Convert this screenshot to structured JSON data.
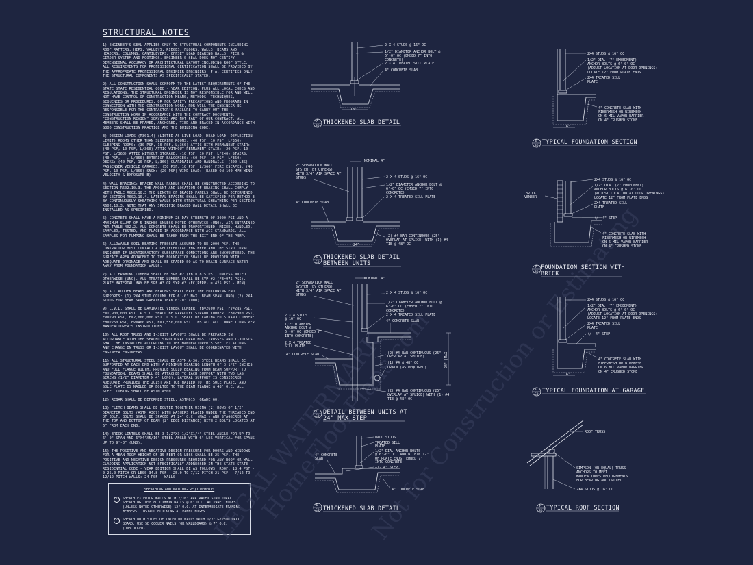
{
  "notes": {
    "title": "STRUCTURAL NOTES",
    "paragraphs": [
      "1) ENGINEER'S SEAL APPLIES ONLY TO STRUCTURAL COMPONENTS INCLUDING ROOF RAFTERS, HIPS, VALLEYS, RIDGES, FLOORS, WALLS, BEAMS AND HEADERS, COLUMNS, CANTILEVERS, OFFSET LOAD BEARING WALLS, PIER & GIRDER SYSTEM AND FOOTINGS. ENGINEER'S SEAL DOES NOT CERTIFY DIMENSIONAL ACCURACY OR ARCHITECTURAL LAYOUT INCLUDING ROOF STYLE. ALL REQUIREMENTS FOR PROFESSIONAL CERTIFICATION SHALL BE PROVIDED BY THE APPROPRIATE PROFESSIONAL ENGINEER ENGINEERS, P.A. CERTIFIES ONLY THE STRUCTURAL COMPONENTS AS SPECIFICALLY STATED.",
      "2) ALL CONSTRUCTION SHALL CONFORM TO THE LATEST REQUIREMENTS OF THE STATE STATE RESIDENTIAL CODE - YEAR EDITION, PLUS ALL LOCAL CODES AND REGULATIONS. THE STRUCTURAL ENGINEER IS NOT RESPONSIBLE FOR AND WILL NOT HAVE CONTROL OF CONSTRUCTION MEANS, METHODS, TECHNIQUES, SEQUENCES OR PROCEDURES, OR FOR SAFETY PRECAUTIONS AND PROGRAMS IN CONNECTION WITH THE CONSTRUCTION WORK, NOR WILL THE ENGINEER BE RESPONSIBLE FOR THE CONTRACTOR'S FAILURE TO CARRY OUT THE CONSTRUCTION WORK IN ACCORDANCE WITH THE CONTRACT DOCUMENTS. \"CONSTRUCTION REVIEW\" SERVICES ARE NOT PART OF OUR CONTRACT. ALL MEMBERS SHALL BE FRAMED, ANCHORED, TIED AND BRACED IN ACCORDANCE WITH GOOD CONSTRUCTION PRACTICE AND THE BUILDING CODE.",
      "3) DESIGN LOADS (R301.4) (LISTED AS LIVE LOAD, DEAD LOAD, DEFLECTION LIMIT) ROOMS OTHER THAN SLEEPING ROOMS: (40 PSF, 10 PSF, L/360) SLEEPING ROOMS: (30 PSF, 10 PSF, L/360) ATTIC WITH PERMANENT STAIR: (40 PSF, 10 PSF, L/360) ATTIC WITHOUT PERMANENT STAIR: (20 PSF, 10 PSF, L/360) ATTIC WITHOUT STORAGE: (10 PSF, 10 PSF, L/240) STAIRS: (40 PSF, --, L/360) EXTERIOR BALCONIES: (60 PSF, 10 PSF, L/360) DECKS: (40 PSF, 10 PSF, L/360) GUARDRAILS AND HANDRAILS: (200 LBS) PASSENGER VEHICLE GARAGES: (50 PSF, 10 PSF, L/360) FIRE ESCAPES: (40 PSF, 10 PSF, L/360) SNOW: (20 PSF) WIND LOAD: (BASED ON 100 MPH WIND VELOCITY & EXPOSURE B)",
      "4) WALL BRACING: BRACED WALL PANELS SHALL BE CONSTRUCTED ACCORDING TO SECTION R602.10.3. THE AMOUNT AND LOCATION OF BRACING SHALL COMPLY WITH TABLE R602.10.3 THE LENGTH OF BRACED PANELS SHALL BE DETERMINED BY SECTION R602.10.4. LATERAL BRACING SHALL BE SATISFIED PER METHOD 3 BY CONTINUOUSLY SHEATHING WALLS WITH STRUCTURAL SHEATHING PER SECTION R602.10.3. NOTE THAT ANY SPECIFIC BRACED WALL DETAIL SHALL BE INSTALLED AS SPECIFIED.",
      "5) CONCRETE SHALL HAVE A MINIMUM 28 DAY STRENGTH OF 3000 PSI AND A MAXIMUM SLUMP OF 5 INCHES UNLESS NOTED OTHERWISE (UNO). AIR ENTRAINED PER TABLE 402.2. ALL CONCRETE SHALL BE PROPORTIONED, MIXED, HANDLED, SAMPLED, TESTED, AND PLACED IN ACCORDANCE WITH ACI STANDARDS. ALL SAMPLES FOR PUMPING SHALL BE TAKEN FROM THE EXIT END OF THE PUMP.",
      "6) ALLOWABLE SOIL BEARING PRESSURE ASSUMED TO BE 2000 PSF. THE CONTRACTOR MUST CONTACT A GEOTECHNICAL ENGINEER AND THE STRUCTURAL ENGINEER IF UNSATISFACTORY SUBSURFACE CONDITIONS ARE ENCOUNTERED. THE SURFACE AREA ADJACENT TO THE FOUNDATION SHALL BE PROVIDED WITH ADEQUATE DRAINAGE AND SHALL BE GRADED SO AS TO DRAIN SURFACE WATER AWAY FROM FOUNDATION WALLS.",
      "7) ALL FRAMING LUMBER SHALL BE SPF #2 (Fb = 875 PSI) UNLESS NOTED OTHERWISE (UNO). ALL TREATED LUMBER SHALL BE SYP #2 (Fb=975 PSI). PLATE MATERIAL MAY BE SPF #3 OR SYP #3 (Fc(perp) = 425 PSI - MIN).",
      "8) ALL WOODEN BEAMS AND HEADERS SHALL HAVE THE FOLLOWING END SUPPORTS: (1) 2x4 STUD COLUMN FOR 6'-0\" MAX. BEAM SPAN (UNO) (2) 2x4 STUDS FOR BEAM SPAN GREATER THAN 6'-0\" (UNO).",
      "9) L.V.L. SHALL BE LAMINATED VENEER LUMBER: Fb=2600 PSI, Fv=285 PSI, E=1,900,000 PSI. P.S.L. SHALL BE PARALLEL STRAND LUMBER: Fb=2900 PSI, Fv=290 PSI, E=2,000,000 PSI. L.S.L. SHALL BE LAMINATED STRAND LUMBER: Fb=2250 PSI, Fv=400 PSI, E=1,550,000 PSI. INSTALL ALL CONNECTIONS PER MANUFACTURER'S INSTRUCTIONS.",
      "10) ALL ROOF TRUSS AND I-JOIST LAYOUTS SHALL BE PREPARED IN ACCORDANCE WITH THE SEALED STRUCTURAL DRAWINGS. TRUSSES AND I-JOISTS SHALL BE INSTALLED ACCORDING TO THE MANUFACTURER'S SPECIFICATIONS. ANY CHANGE IN TRUSS OR I-JOIST LAYOUT SHALL BE COORDINATED WITH ENGINEER ENGINEERS.",
      "11) ALL STRUCTURAL STEEL SHALL BE ASTM A-36. STEEL BEAMS SHALL BE SUPPORTED AT EACH END WITH A MINIMUM BEARING LENGTH OF 3 1/2\" INCHES AND FULL FLANGE WIDTH. PROVIDE SOLID BEARING FROM BEAM SUPPORT TO FOUNDATION. BEAMS SHALL BE ATTACHED TO EACH SUPPORT WITH TWO LAG SCREWS (1/2\" DIAMETER x 4\" LONG). LATERAL SUPPORT IS CONSIDERED ADEQUATE PROVIDED THE JOIST ARE TOE NAILED TO THE SOLE PLATE, AND SOLE PLATE IS NAILED OR BOLTED TO THE BEAM FLANGE @ 48\" O.C. ALL STEEL TUBING SHALL BE ASTM A500.",
      "12) REBAR SHALL BE DEFORMED STEEL, ASTM615, GRADE 60.",
      "13) FLITCH BEAMS SHALL BE BOLTED TOGETHER USING (2) ROWS OF 1/2\" DIAMETER BOLTS (ASTM A307) WITH WASHERS PLACED UNDER THE THREADED END OF BOLT. BOLTS SHALL BE SPACED AT 24\" O.C. (MAX.) AND STAGGERED AT THE TOP AND BOTTOM OF BEAM (2\" EDGE DISTANCE) WITH 2 BOLTS LOCATED AT 6\" FROM EACH END.",
      "14) BRICK LINTELS SHALL BE 3 1/2\"x3 1/2\"x1/4\" STEEL ANGLE FOR UP TO 6'-0\" SPAN AND 6\"x4\"x5/16\" STEEL ANGLE WITH 6\" LEG VERTICAL FOR SPANS UP TO 9'-0\" (UNO).",
      "15) THE POSITIVE AND NEGATIVE DESIGN PRESSURE FOR DOORS AND WINDOWS FOR A MEAN ROOF HEIGHT OF 35 FEET OR LESS SHALL BE 25 PSF. THE POSITIVE AND NEGATIVE DESIGN PRESSURES REQUIRED FOR ANY ROOF OR WALL CLADDING APPLICATION NOT SPECIFICALLY ADDRESSED IN THE STATE STATE RESIDENTIAL CODE - YEAR EDITION SHALL BE AS FOLLOWS: ROOF: 18.4 PSF - 0-25.0 PITCH OR LESS 34.8 PSF - 25.0 TO 7/12 PITCH 21 PSF - 7/12 TO 12/12 PITCH WALLS: 24 PSF - WALLS"
    ]
  },
  "sheathing": {
    "title": "SHEATHING AND NAILING REQUIREMENTS",
    "items": [
      {
        "num": "1",
        "text": "SHEATH EXTERIOR WALLS WITH 7/16\" APA RATED STRUCTURAL SHEATHING. USE 8d COMMON NAILS @ 6\" O.C. AT PANEL EDGES (UNLESS NOTED OTHERWISE) 12\" O.C. AT INTERMEDIATE FRAMING MEMBERS. INSTALL BLOCKING AT PANEL EDGES."
      },
      {
        "num": "2",
        "text": "SHEATH BOTH SIDES OF INTERIOR WALLS WITH 1/2\" GYPSUM WALL BOARD. USE 5d COOLER NAILS (OR WALLBOARD) @ 7\" O.C. (UNBLOCKED)"
      }
    ]
  },
  "details": {
    "a": {
      "tag": "A",
      "sheet": "SD",
      "title": "THICKENED SLAB DETAIL",
      "labels": [
        "2 X 4 STUDS @ 16\" OC",
        "1/2\" DIAMETER ANCHOR BOLT @",
        "6'-0\" OC (EMBED 7\" INTO",
        "CONCRETE)",
        "2 X 4 TREATED SILL PLATE",
        "4\" CONCRETE SLAB",
        "18\""
      ]
    },
    "b": {
      "tag": "B",
      "sheet": "SD",
      "title": "THICKENED SLAB DETAIL",
      "title2": "BETWEEN UNITS",
      "labels": [
        "2\" SEPARATION WALL",
        "SYSTEM (BY OTHERS)",
        "WITH 3/4\" AIR SPACE AT",
        "STUDS",
        "NOMINAL 4\"",
        "2 X 4 STUDS @ 16\" OC",
        "1/2\" DIAMETER ANCHOR BOLT @",
        "6'-0\" OC (EMBED 7\" INTO",
        "CONCRETE)",
        "2 X 4 TREATED SILL PLATE",
        "4\" CONCRETE SLAB",
        "(2) #4 BAR CONTINUOUS (25\"",
        "OVERLAP AT SPLICE) WITH (1) #4",
        "TIE @ 48\" OC",
        "24\""
      ]
    },
    "c": {
      "tag": "C",
      "sheet": "SD",
      "title": "DETAIL BETWEEN UNITS AT",
      "title2": "24\" MAX STEP",
      "labels": [
        "2\" SEPARATION WALL",
        "SYSTEM (BY OTHERS)",
        "WITH 3/4\" AIR SPACE AT",
        "STUDS",
        "NOMINAL 4\"",
        "2 X 4 STUDS @ 16\" OC",
        "1/2\" DIAMETER ANCHOR BOLT @",
        "6'-0\" OC (EMBED 7\" INTO",
        "CONCRETE)",
        "2 X 4 TREATED SILL PLATE",
        "4\" CONCRETE SLAB",
        "2 X 4 STUDS",
        "@ 16\" OC",
        "1/2\" DIAMETER",
        "ANCHOR BOLT @",
        "6'-0\" OC (EMBED 7\"",
        "INTO CONCRETE)",
        "2 X 4 TREATED",
        "SILL PLATE",
        "4\" CONCRETE SLAB",
        "(2) #4 BAR CONTINUOUS (25\"",
        "OVERLAP AT SPLICE)",
        "(1) #4 @ 48\" OC",
        "DRAIN (AS REQUIRED)",
        "(2) #4 BAR CONTINUOUS (25\"",
        "OVERLAP AT SPLICE) WITH (1) #4",
        "TIE @ 48\" OC",
        "24\" (MAX)"
      ]
    },
    "d": {
      "tag": "D",
      "sheet": "SD",
      "title": "THICKENED SLAB DETAIL",
      "labels": [
        "WALL STUDS",
        "TREATED SILL",
        "PLATE",
        "1/2\" DIA. ANCHOR BOLTS",
        "@ 6'-0\" OC. AND WITHIN 12\"",
        "OF PLATE ENDS (EMBED 7\"",
        "INTO CONCRETE)",
        "4\" CONCRETE",
        "SLAB",
        "+/- 4\" STEP",
        "4\" CONCRETE SLAB"
      ]
    },
    "e": {
      "tag": "E",
      "sheet": "SD",
      "title": "TYPICAL FOUNDATION SECTION",
      "labels": [
        "2x4 STUDS @ 16\" OC",
        "1/2\" DIA. (7\" EMBEDMENT)",
        "ANCHOR BOLTS @ 6'-0\" OC",
        "(ADJUST LOCATION AT DOOR OPENINGS)",
        "LOCATE 12\" FROM PLATE ENDS",
        "2x4 TREATED SILL",
        "PLATE",
        "4\" CONCRETE SLAB WITH",
        "FIBERMESH OR WIREMESH",
        "ON 6 MIL VAPOR BARRIER",
        "ON 4\" CRUSHED STONE",
        "16\""
      ]
    },
    "f": {
      "tag": "F",
      "sheet": "SD",
      "title": "FOUNDATION SECTION WITH",
      "title2": "BRICK",
      "labels": [
        "BRICK",
        "VENEER",
        "2x4 STUDS @ 16\" OC",
        "1/2\" DIA. (7\" EMBEDMENT)",
        "ANCHOR BOLTS @ 6'-0\" OC",
        "(ADJUST LOCATION AT DOOR OPENINGS)",
        "LOCATE 12\" FROM PLATE ENDS",
        "2x4 TREATED SILL",
        "PLATE",
        "+/- 4\" STEP",
        "4\" CONCRETE SLAB WITH",
        "FIBERMESH OR WIREMESH",
        "ON 6 MIL VAPOR BARRIER",
        "ON 4\" CRUSHED STONE"
      ]
    },
    "g": {
      "tag": "G",
      "sheet": "SD",
      "title": "TYPICAL FOUNDATION AT GARAGE",
      "labels": [
        "2x4 STUDS @ 16\" OC",
        "1/2\" DIA. (7\" EMBEDMENT)",
        "ANCHOR BOLTS @ 6'-0\" OC",
        "(ADJUST LOCATION AT DOOR OPENINGS)",
        "LOCATE 12\" FROM PLATE ENDS",
        "2x4 TREATED SILL",
        "PLATE",
        "+/- 4\" STEP",
        "4\" CONCRETE SLAB WITH",
        "FIBERMESH OR WIREMESH",
        "ON 6 MIL VAPOR BARRIER",
        "ON 4\" CRUSHED STONE",
        "16\""
      ]
    },
    "h": {
      "tag": "H",
      "sheet": "SD",
      "title": "TYPICAL ROOF SECTION",
      "labels": [
        "ROOF TRUSS",
        "SIMPSON (OR EQUAL) TRUSS",
        "ANCHORS TO MEET",
        "MANUFACTURES REQUIREMENTS",
        "FOR BEARING AND UPLIFT",
        "2x4 STUDS @ 16\" OC"
      ]
    }
  },
  "watermark": [
    "LEGAL WATERMARK",
    "HomeFloorPlans.com",
    "Not for Construction or Estimating"
  ]
}
